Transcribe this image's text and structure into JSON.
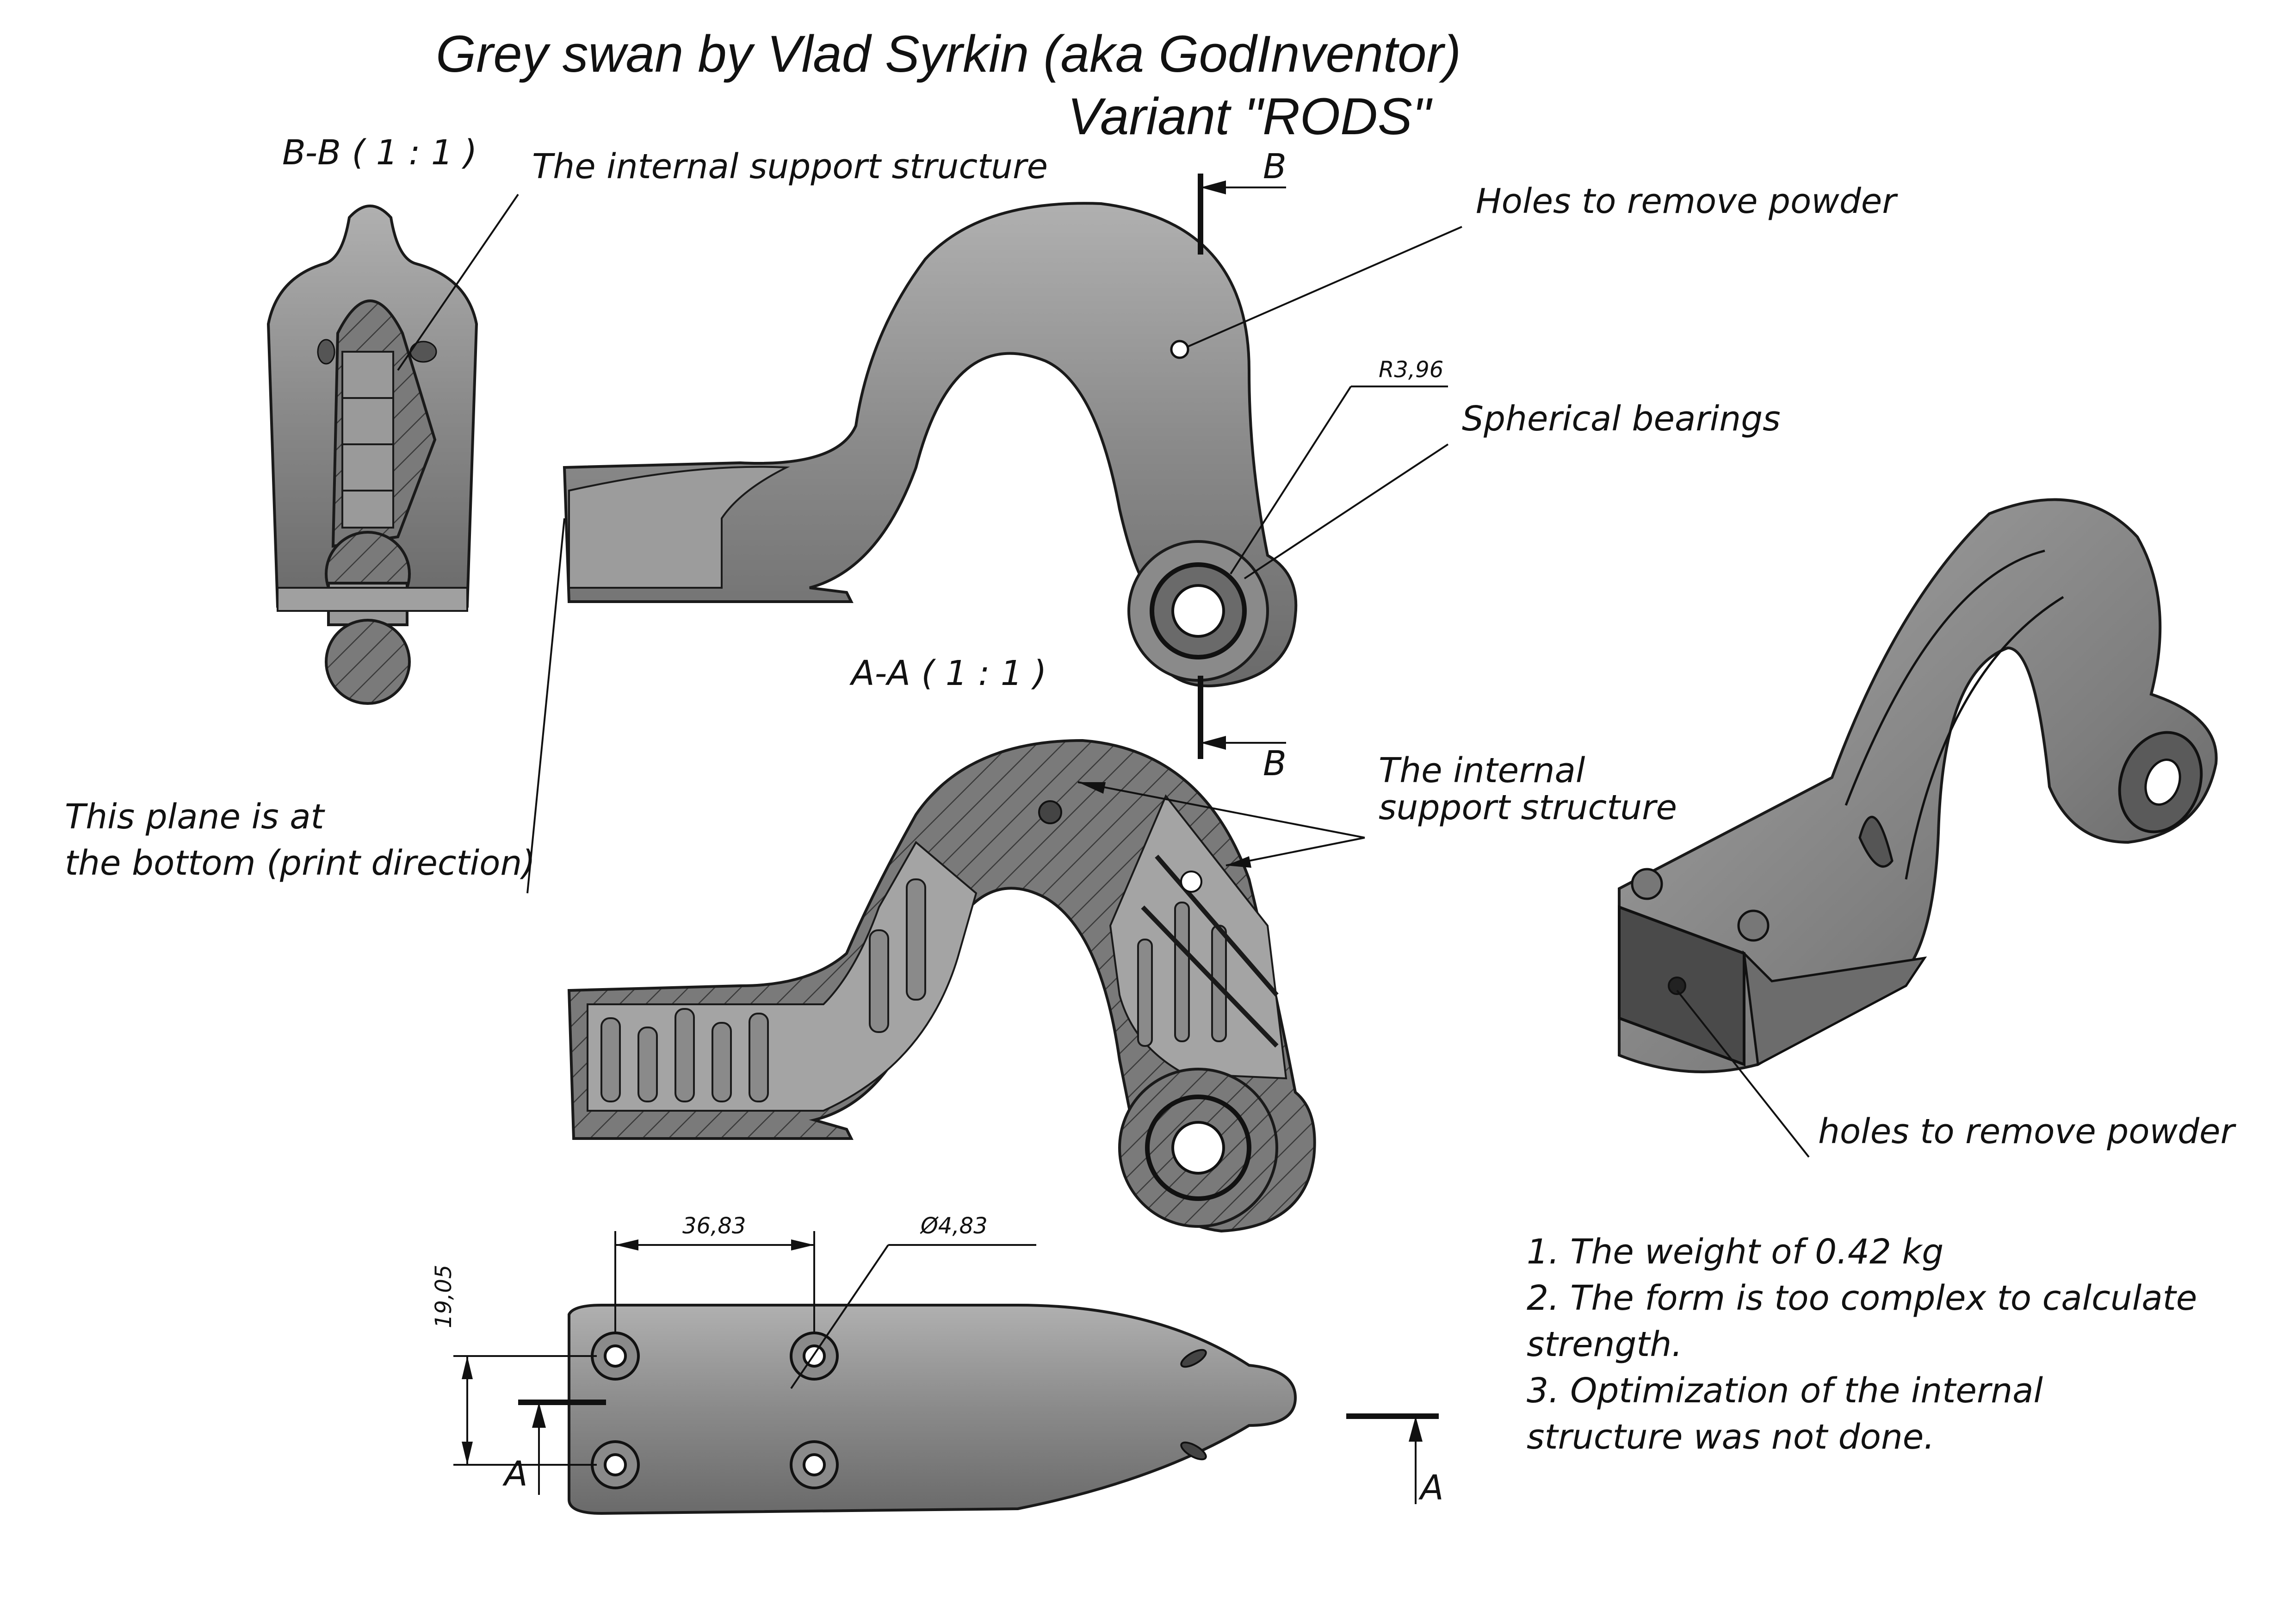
{
  "title": {
    "line1": "Grey swan by Vlad Syrkin (aka GodInventor)",
    "line2": "Variant \"RODS\""
  },
  "section_labels": {
    "bb": "B-B ( 1 : 1 )",
    "aa": "A-A ( 1 : 1 )",
    "b_top": "B",
    "b_bottom": "B",
    "a_left": "A",
    "a_right": "A"
  },
  "annotations": {
    "internal_support_top": "The internal support structure",
    "holes_top": "Holes to remove powder",
    "spherical_bearings": "Spherical bearings",
    "internal_support_line1": "The internal",
    "internal_support_line2": "support structure",
    "plane_line1": "This plane is at",
    "plane_line2": "the bottom (print direction)",
    "holes_bottom": "holes to remove powder"
  },
  "dimensions": {
    "radius": "R3,96",
    "spacing": "36,83",
    "diameter": "Ø4,83",
    "height": "19,05"
  },
  "notes": [
    "1. The weight of 0.42 kg",
    "2. The form is too complex to calculate",
    "strength.",
    "3.  Optimization of the internal",
    "structure was not done."
  ],
  "colors": {
    "body_fill": "#8e8e8e",
    "body_dark": "#5c5c5c",
    "section_fill": "#7a7a7a",
    "line": "#111111"
  }
}
